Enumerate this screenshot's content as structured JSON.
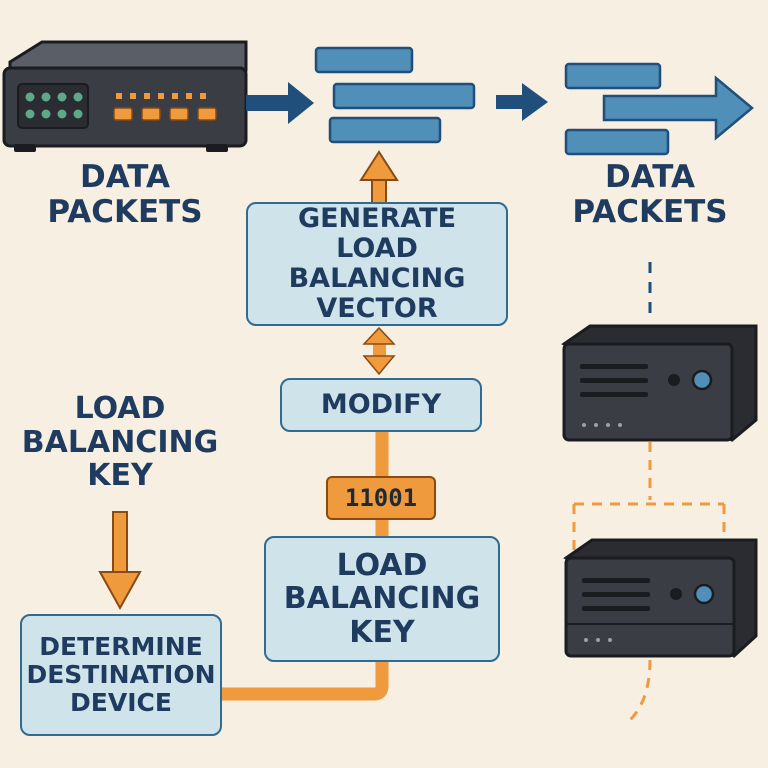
{
  "labels": {
    "data_packets_left": "DATA\nPACKETS",
    "data_packets_right": "DATA\nPACKETS",
    "load_balancing_key_left": "LOAD\nBALANCING\nKEY"
  },
  "boxes": {
    "generate_vector": "GENERATE\nLOAD BALANCING\nVECTOR",
    "modify": "MODIFY",
    "load_balancing_key": "LOAD\nBALANCING\nKEY",
    "determine_destination": "DETERMINE\nDESTINATION\nDEVICE"
  },
  "badge": {
    "bits": "11001"
  },
  "colors": {
    "background": "#f6efe2",
    "navy": "#1f3b5f",
    "box_fill": "#cfe3ea",
    "box_border": "#2f6b92",
    "packet_fill": "#4f8fb8",
    "orange": "#f09a3e",
    "device_dark": "#3a3d44"
  },
  "icons": [
    "network-switch-icon",
    "server-icon"
  ]
}
